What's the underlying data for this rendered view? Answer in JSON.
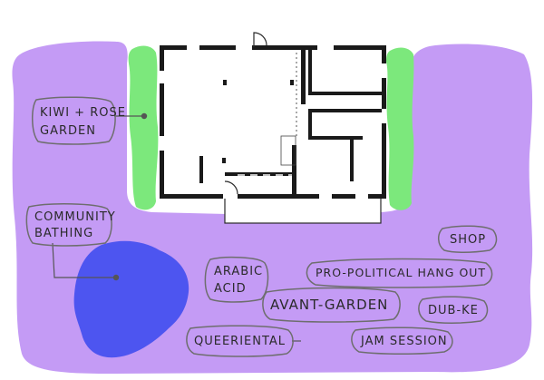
{
  "map": {
    "colors": {
      "ground": "#c49bf5",
      "pond": "#4d55f0",
      "hedge": "#7ce87c",
      "building_walls": "#1a1a1a",
      "label_outline": "#6e6e6e"
    },
    "labels": [
      {
        "id": "kiwi-rose-garden",
        "lines": [
          "KIWI + ROSE",
          "GARDEN"
        ]
      },
      {
        "id": "community-bathing",
        "lines": [
          "COMMUNITY",
          "BATHING"
        ]
      },
      {
        "id": "arabic-acid",
        "lines": [
          "ARABIC",
          "ACID"
        ]
      },
      {
        "id": "avant-garden",
        "lines": [
          "AVANT-GARDEN"
        ]
      },
      {
        "id": "queeriental",
        "lines": [
          "QUEERIENTAL"
        ]
      },
      {
        "id": "shop",
        "lines": [
          "SHOP"
        ]
      },
      {
        "id": "pro-political-hang-out",
        "lines": [
          "PRO-POLITICAL HANG OUT"
        ]
      },
      {
        "id": "dub-ke",
        "lines": [
          "DUB-KE"
        ]
      },
      {
        "id": "jam-session",
        "lines": [
          "JAM SESSION"
        ]
      }
    ],
    "features": [
      "purple-garden-ground",
      "green-hedge-left",
      "green-hedge-right",
      "floor-plan",
      "pond"
    ]
  }
}
